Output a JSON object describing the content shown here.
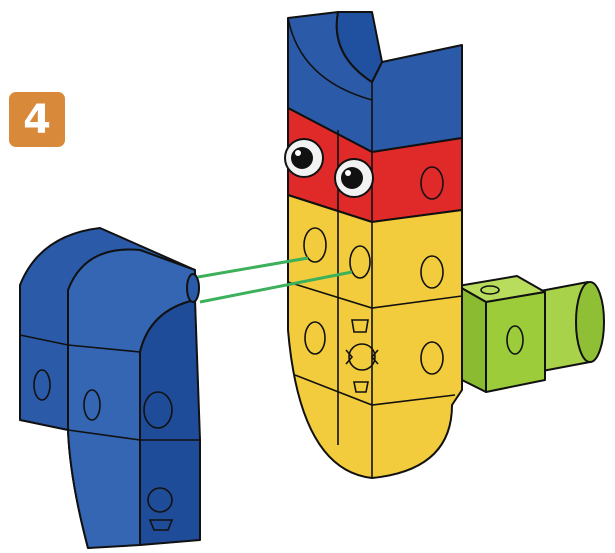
{
  "step": {
    "number": "4",
    "badge_color": "#d9893a"
  },
  "colors": {
    "blue": "#2b5aa8",
    "red": "#e02a2a",
    "yellow": "#f2cc3c",
    "green": "#9ccc3a",
    "guide_line": "#3cb05a",
    "outline": "#111111"
  },
  "parts": [
    {
      "name": "curved-blue-piece",
      "color": "blue"
    },
    {
      "name": "blue-cap-block",
      "color": "blue"
    },
    {
      "name": "red-eye-block",
      "color": "red"
    },
    {
      "name": "yellow-body-block",
      "color": "yellow"
    },
    {
      "name": "green-axle-block",
      "color": "green"
    }
  ],
  "icons": [
    "eye-icon",
    "eye-icon",
    "guide-line"
  ]
}
